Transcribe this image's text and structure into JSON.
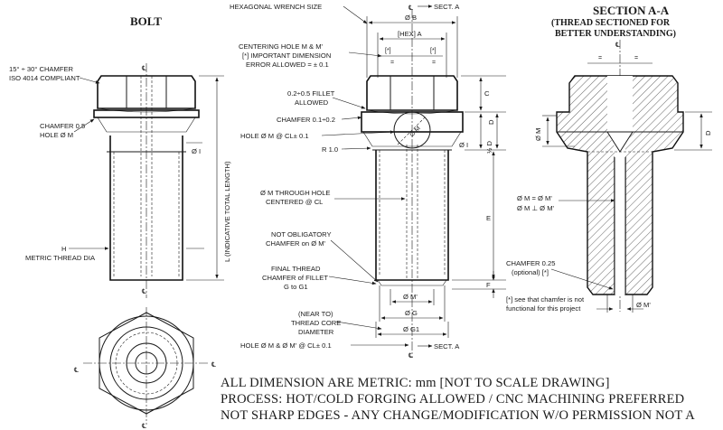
{
  "titles": {
    "bolt": "BOLT",
    "section": "SECTION A-A",
    "section_sub_1": "(THREAD SECTIONED FOR",
    "section_sub_2": "BETTER UNDERSTANDING)"
  },
  "symbols": {
    "centerline": "℄",
    "sect_a": "SECT. A"
  },
  "bolt_view": {
    "chamfer_head_1": "15° ÷ 30° CHAMFER",
    "chamfer_head_2": "ISO 4014 COMPLIANT",
    "chamfer_hole_1": "CHAMFER 0.5",
    "chamfer_hole_2": "HOLE Ø M",
    "dia_i": "Ø I",
    "length_label": "L (INDICATIVE TOTAL LENGTH)",
    "h_label": "H",
    "metric_thread": "METRIC THREAD DIA"
  },
  "front_view": {
    "hex_wrench": "HEXAGONAL WRENCH SIZE",
    "dia_b": "Ø B",
    "hex_a": "[HEX] A",
    "centering_1": "CENTERING HOLE M & M'",
    "centering_2": "[*] IMPORTANT DIMENSION",
    "centering_3": "ERROR ALLOWED = ± 0.1",
    "star": "[*]",
    "fillet_1": "0.2÷0.5 FILLET",
    "fillet_2": "ALLOWED",
    "chamfer_01": "CHAMFER 0.1÷0.2",
    "hole_m_cl": "HOLE Ø M @ CL± 0.1",
    "r_10": "R 1.0",
    "dia_i": "Ø I",
    "hole_m_label": "Ø M",
    "through_1": "Ø M THROUGH HOLE",
    "through_2": "CENTERED @ CL",
    "not_oblig_1": "NOT OBLIGATORY",
    "not_oblig_2": "CHAMFER on Ø M'",
    "final_1": "FINAL THREAD",
    "final_2": "CHAMFER of FILLET",
    "final_3": "G to G1",
    "dia_m_prime": "Ø M'",
    "dia_g": "Ø G",
    "core_1": "(NEAR TO)",
    "core_2": "THREAD CORE",
    "core_3": "DIAMETER",
    "dia_g1": "Ø G1",
    "hole_mm_cl": "HOLE Ø M & Ø M' @ CL± 0.1",
    "dim_c": "C",
    "dim_d": "D",
    "dim_half_d": "½ D",
    "dim_e": "E",
    "dim_f": "F",
    "eq": "="
  },
  "section_view": {
    "dia_m": "Ø M",
    "dim_d": "D",
    "m_eq_1": "Ø M = Ø M'",
    "m_eq_2": "Ø M ⊥ Ø M'",
    "chamfer_025_1": "CHAMFER 0.25",
    "chamfer_025_2": "(optional) [*]",
    "note_1": "[*] see that chamfer is not",
    "note_2": "functional for this project",
    "dia_m_prime": "Ø M'",
    "eq": "="
  },
  "notes": [
    "ALL DIMENSION ARE METRIC: mm [NOT TO SCALE DRAWING]",
    "PROCESS: HOT/COLD FORGING ALLOWED / CNC MACHINING PREFERRED",
    "NOT SHARP EDGES - ANY CHANGE/MODIFICATION W/O PERMISSION NOT A"
  ]
}
